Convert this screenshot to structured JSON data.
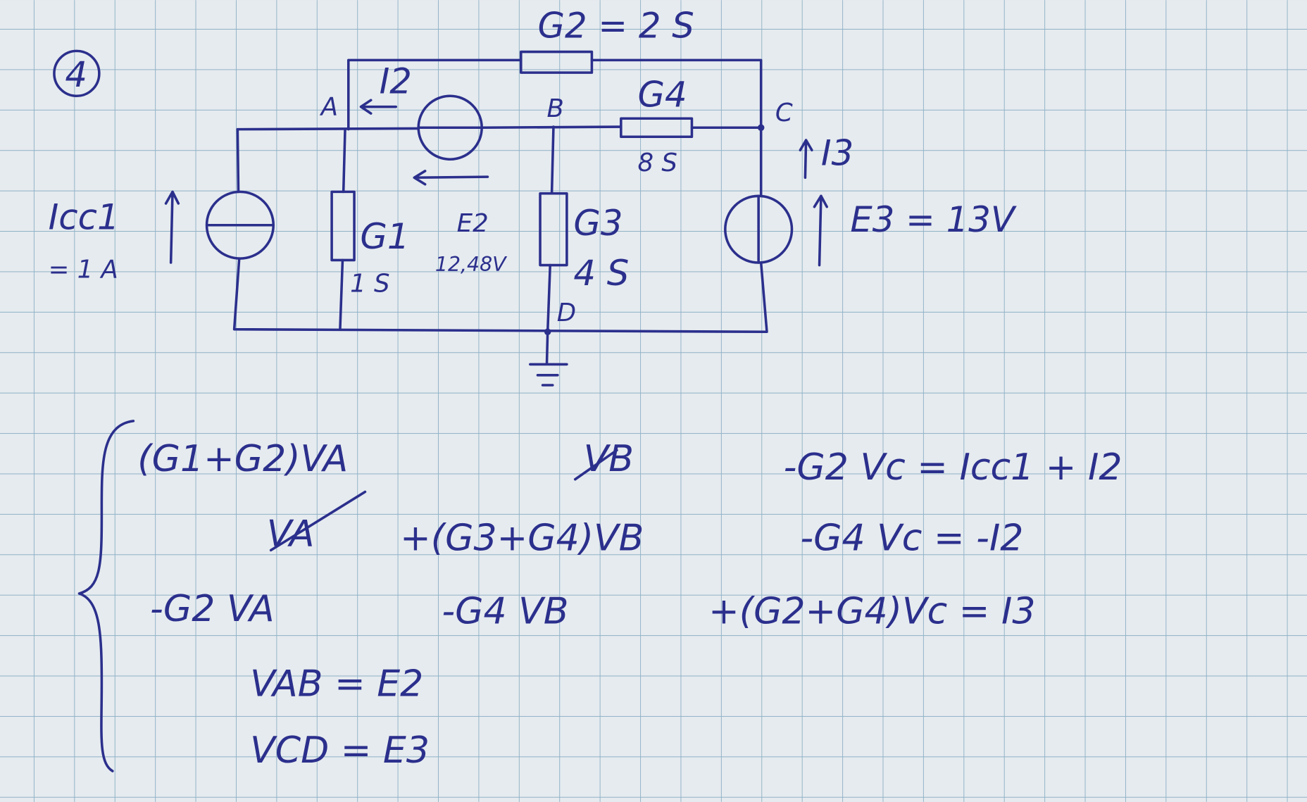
{
  "problem_number": "4",
  "circuit": {
    "g2_label": "G2 = 2 S",
    "node_a": "A",
    "node_b": "B",
    "node_c": "C",
    "node_d": "D",
    "i2_label": "I2",
    "g4_label": "G4",
    "g4_value": "8 S",
    "i3_label": "I3",
    "icc1_label": "Icc1",
    "icc1_value": "= 1 A",
    "g1_label": "G1",
    "g1_value": "1 S",
    "e2_label": "E2",
    "e2_value": "12,48V",
    "g3_label": "G3",
    "g3_value": "4 S",
    "e3_label": "E3 = 13V"
  },
  "equations": {
    "row1": {
      "a": "(G1+G2)VA",
      "b": "VB",
      "c": "-G2 Vc = Icc1 + I2"
    },
    "row2": {
      "a": "VA",
      "b": "+(G3+G4)VB",
      "c": "-G4 Vc = -I2"
    },
    "row3": {
      "a": "-G2 VA",
      "b": "-G4 VB",
      "c": "+(G2+G4)Vc = I3"
    },
    "row4": "VAB = E2",
    "row5": "VCD = E3"
  }
}
